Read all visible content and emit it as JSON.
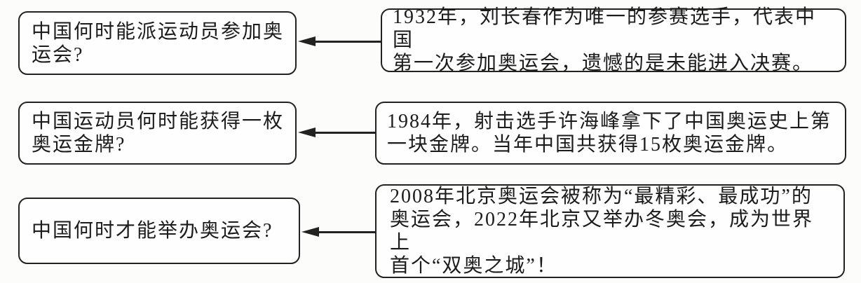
{
  "diagram": {
    "description": "question-answer flow diagram about China and the Olympics",
    "arrow_direction": "left",
    "colors": {
      "border": "#222222",
      "text": "#1c1c1c",
      "background": "#fcfcfb",
      "box_background": "#fefefe"
    },
    "pairs": [
      {
        "question": "中国何时能派运动员参加奥\n运会?",
        "answer": "1932年，刘长春作为唯一的参赛选手，代表中国\n第一次参加奥运会，遗憾的是未能进入决赛。"
      },
      {
        "question": "中国运动员何时能获得一枚\n奥运金牌?",
        "answer": "1984年，射击选手许海峰拿下了中国奥运史上第\n一块金牌。当年中国共获得15枚奥运金牌。"
      },
      {
        "question": "中国何时才能举办奥运会?",
        "answer": "2008年北京奥运会被称为“最精彩、最成功”的\n奥运会，2022年北京又举办冬奥会，成为世界上\n首个“双奥之城”！"
      }
    ]
  }
}
